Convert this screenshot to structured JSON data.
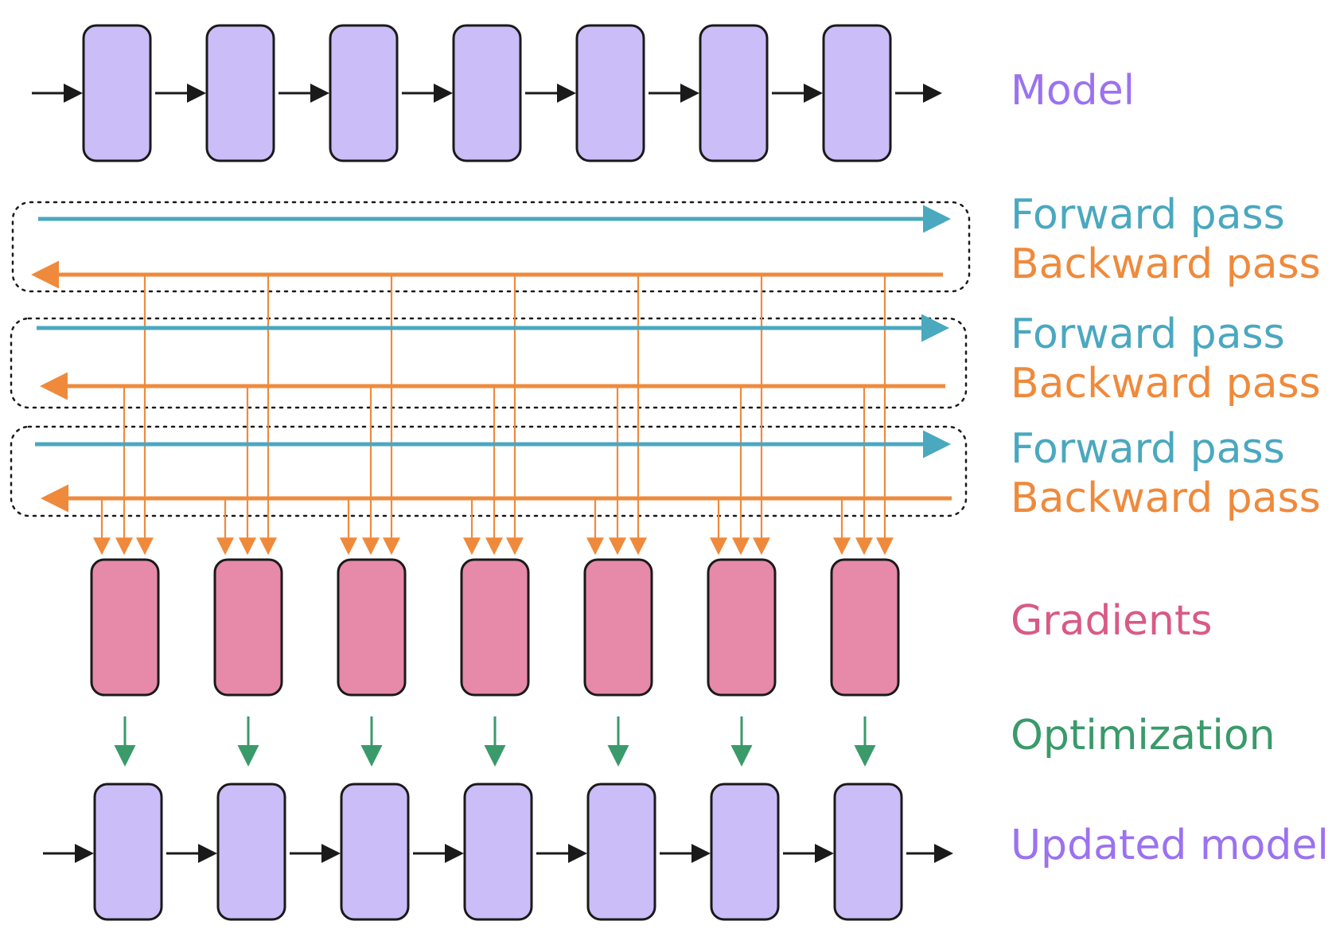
{
  "labels": {
    "model": "Model",
    "forward_pass": "Forward pass",
    "backward_pass": "Backward pass",
    "gradients": "Gradients",
    "optimization": "Optimization",
    "updated_model": "Updated model"
  },
  "counts": {
    "layers": 7,
    "passes": 3
  },
  "colors": {
    "model_label": "#9b72f0",
    "model_block_fill": "#cbbdf7",
    "forward": "#4aa8bf",
    "backward": "#ef8a3c",
    "gradient_block_fill": "#e789a8",
    "gradients_label": "#d95a86",
    "optimization": "#3a9a6a",
    "outline": "#1a1a1a"
  }
}
